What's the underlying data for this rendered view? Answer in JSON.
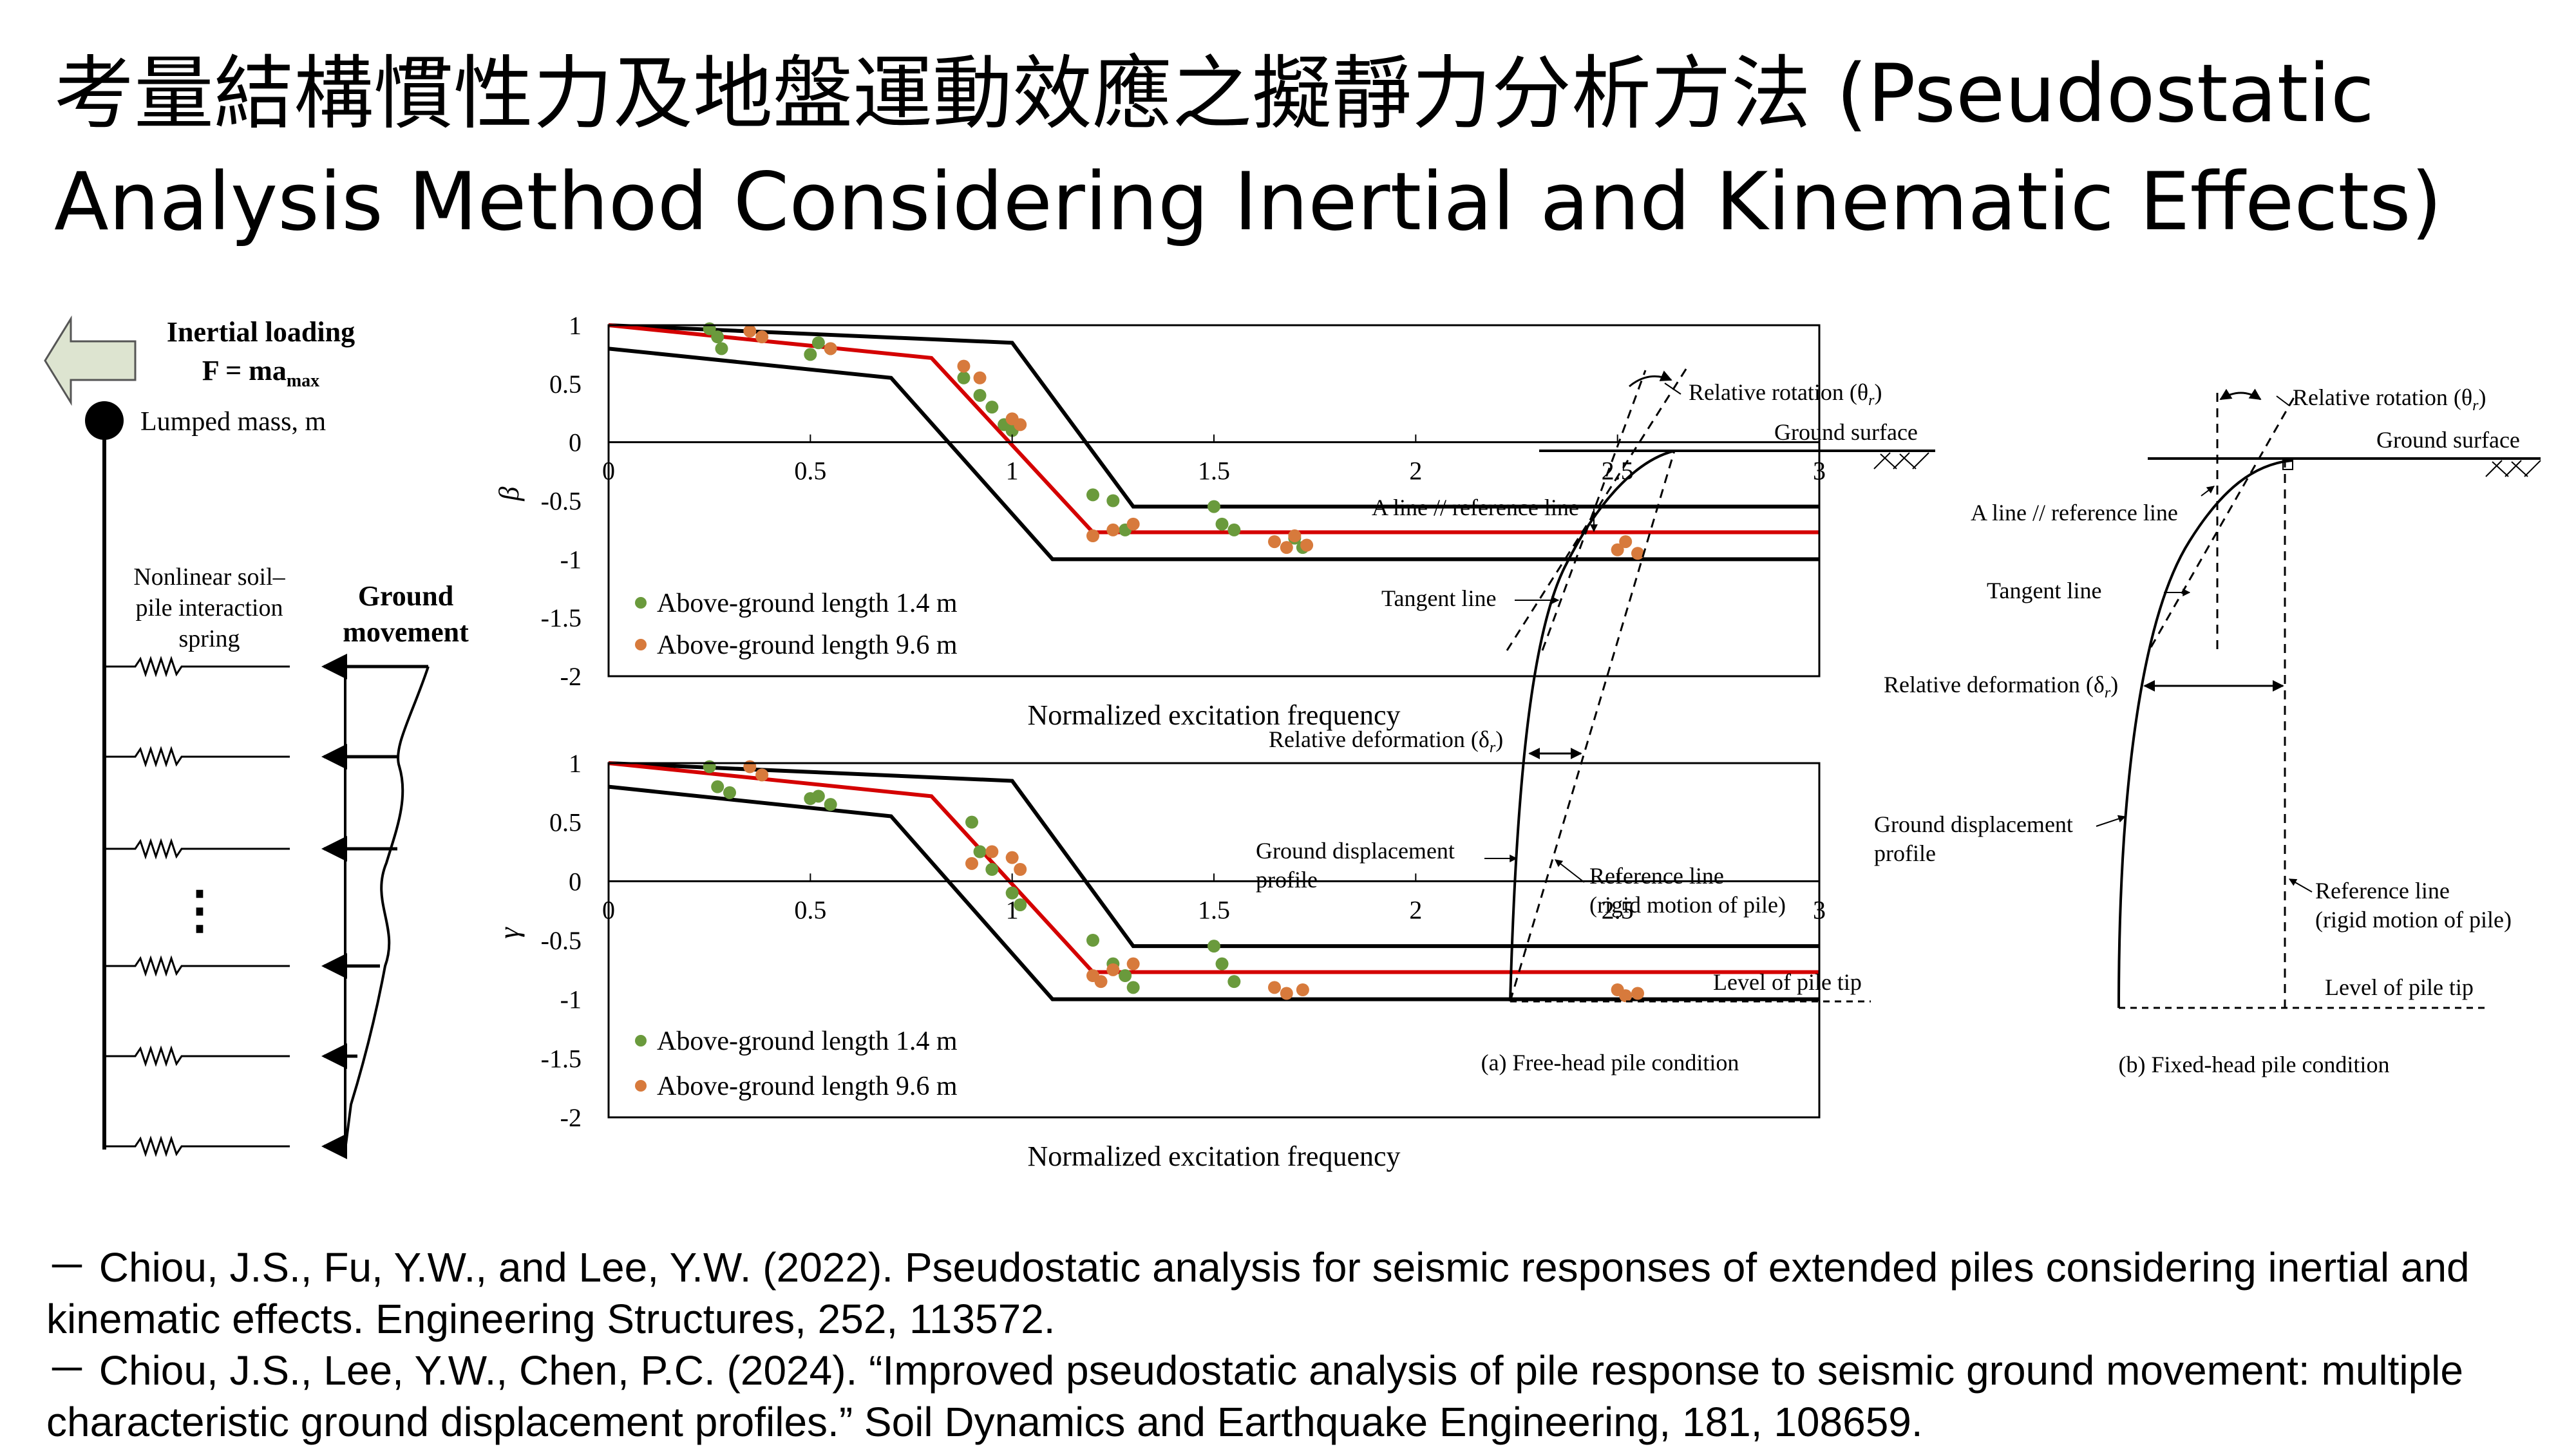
{
  "title": "考量結構慣性力及地盤運動效應之擬靜力分析方法 (Pseudostatic Analysis Method Considering Inertial and Kinematic Effects)",
  "model": {
    "inertial_label": "Inertial loading",
    "force_label": "F = ma",
    "force_subscript": "max",
    "mass_label": "Lumped mass, m",
    "spring_label": [
      "Nonlinear soil–",
      "pile interaction",
      "spring"
    ],
    "ground_label": [
      "Ground",
      "movement"
    ],
    "dots": "⋮"
  },
  "charts_common": {
    "xlabel": "Normalized  excitation  frequency",
    "legend": [
      "Above-ground length 1.4 m",
      "Above-ground length 9.6 m"
    ],
    "colors": {
      "series1": "#6a9a3c",
      "series2": "#d77a3c",
      "mean": "#d40000",
      "bound": "#000000"
    }
  },
  "chart_data": [
    {
      "type": "scatter",
      "ylabel": "β",
      "xlim": [
        0,
        3
      ],
      "ylim": [
        -2,
        1
      ],
      "xticks": [
        "0",
        "0.5",
        "1",
        "1.5",
        "2",
        "2.5",
        "3"
      ],
      "yticks": [
        "1",
        "0.5",
        "0",
        "-0.5",
        "-1",
        "-1.5",
        "-2"
      ],
      "series": [
        {
          "name": "Above-ground length 1.4 m",
          "color": "#6a9a3c",
          "x": [
            0.25,
            0.27,
            0.28,
            0.5,
            0.52,
            0.55,
            0.88,
            0.92,
            0.95,
            0.98,
            1.0,
            1.2,
            1.25,
            1.28,
            1.5,
            1.52,
            1.55,
            1.7,
            1.72
          ],
          "y": [
            0.97,
            0.9,
            0.8,
            0.75,
            0.85,
            0.8,
            0.55,
            0.4,
            0.3,
            0.15,
            0.1,
            -0.45,
            -0.5,
            -0.75,
            -0.55,
            -0.7,
            -0.75,
            -0.82,
            -0.9
          ]
        },
        {
          "name": "Above-ground length 9.6 m",
          "color": "#d77a3c",
          "x": [
            0.35,
            0.38,
            0.55,
            0.88,
            0.92,
            1.0,
            1.02,
            1.2,
            1.25,
            1.3,
            1.65,
            1.68,
            1.7,
            1.73,
            2.5,
            2.52,
            2.55
          ],
          "y": [
            0.95,
            0.9,
            0.8,
            0.65,
            0.55,
            0.2,
            0.15,
            -0.8,
            -0.75,
            -0.7,
            -0.85,
            -0.9,
            -0.8,
            -0.88,
            -0.92,
            -0.85,
            -0.95
          ]
        }
      ],
      "lines": [
        {
          "role": "upper",
          "color": "#000000",
          "x": [
            0,
            1.0,
            1.3,
            3
          ],
          "y": [
            1.0,
            0.85,
            -0.55,
            -0.55
          ]
        },
        {
          "role": "mean",
          "color": "#d40000",
          "x": [
            0,
            0.8,
            1.2,
            3
          ],
          "y": [
            1.0,
            0.72,
            -0.77,
            -0.77
          ]
        },
        {
          "role": "lower",
          "color": "#000000",
          "x": [
            0,
            0.7,
            1.1,
            3
          ],
          "y": [
            0.8,
            0.55,
            -1.0,
            -1.0
          ]
        }
      ]
    },
    {
      "type": "scatter",
      "ylabel": "γ",
      "xlim": [
        0,
        3
      ],
      "ylim": [
        -2,
        1
      ],
      "xticks": [
        "0",
        "0.5",
        "1",
        "1.5",
        "2",
        "2.5",
        "3"
      ],
      "yticks": [
        "1",
        "0.5",
        "0",
        "-0.5",
        "-1",
        "-1.5",
        "-2"
      ],
      "series": [
        {
          "name": "Above-ground length 1.4 m",
          "color": "#6a9a3c",
          "x": [
            0.25,
            0.27,
            0.3,
            0.5,
            0.52,
            0.55,
            0.9,
            0.92,
            0.95,
            1.0,
            1.02,
            1.2,
            1.25,
            1.28,
            1.3,
            1.5,
            1.52,
            1.55
          ],
          "y": [
            0.97,
            0.8,
            0.75,
            0.7,
            0.72,
            0.65,
            0.5,
            0.25,
            0.1,
            -0.1,
            -0.2,
            -0.5,
            -0.7,
            -0.8,
            -0.9,
            -0.55,
            -0.7,
            -0.85
          ]
        },
        {
          "name": "Above-ground length 9.6 m",
          "color": "#d77a3c",
          "x": [
            0.35,
            0.38,
            0.9,
            0.95,
            1.0,
            1.02,
            1.2,
            1.22,
            1.25,
            1.3,
            1.65,
            1.68,
            1.72,
            2.5,
            2.52,
            2.55
          ],
          "y": [
            0.97,
            0.9,
            0.15,
            0.25,
            0.2,
            0.1,
            -0.8,
            -0.85,
            -0.75,
            -0.7,
            -0.9,
            -0.95,
            -0.92,
            -0.92,
            -0.97,
            -0.95
          ]
        }
      ],
      "lines": [
        {
          "role": "upper",
          "color": "#000000",
          "x": [
            0,
            1.0,
            1.3,
            3
          ],
          "y": [
            1.0,
            0.85,
            -0.55,
            -0.55
          ]
        },
        {
          "role": "mean",
          "color": "#d40000",
          "x": [
            0,
            0.8,
            1.2,
            3
          ],
          "y": [
            1.0,
            0.72,
            -0.77,
            -0.77
          ]
        },
        {
          "role": "lower",
          "color": "#000000",
          "x": [
            0,
            0.7,
            1.1,
            3
          ],
          "y": [
            0.8,
            0.55,
            -1.0,
            -1.0
          ]
        }
      ]
    }
  ],
  "diagram_a": {
    "relative_rotation": "Relative rotation (θ",
    "rotation_sub": "r",
    "ground_surface": "Ground surface",
    "a_line": "A line // reference line",
    "tangent_line": "Tangent line",
    "relative_deformation": "Relative deformation (δ",
    "deformation_sub": "r",
    "ground_disp": [
      "Ground displacement",
      "profile"
    ],
    "reference_line": [
      "Reference line",
      "(rigid motion of pile)"
    ],
    "pile_tip": "Level of pile tip",
    "caption": "(a) Free-head pile condition"
  },
  "diagram_b": {
    "relative_rotation": "Relative rotation (θ",
    "rotation_sub": "r",
    "ground_surface": "Ground surface",
    "a_line": "A line // reference line",
    "tangent_line": "Tangent line",
    "relative_deformation": "Relative deformation (δ",
    "deformation_sub": "r",
    "ground_disp": [
      "Ground displacement",
      "profile"
    ],
    "reference_line": [
      "Reference line",
      "(rigid motion of pile)"
    ],
    "pile_tip": "Level of pile tip",
    "caption": "(b) Fixed-head pile condition"
  },
  "references": [
    "－ Chiou, J.S., Fu, Y.W., and Lee, Y.W. (2022). Pseudostatic analysis for seismic responses of extended piles considering inertial and kinematic effects. Engineering Structures, 252, 113572.",
    "－ Chiou, J.S., Lee, Y.W., Chen, P.C. (2024). “Improved pseudostatic analysis of pile response to seismic ground movement: multiple characteristic ground displacement profiles.” Soil Dynamics and Earthquake Engineering, 181, 108659."
  ]
}
